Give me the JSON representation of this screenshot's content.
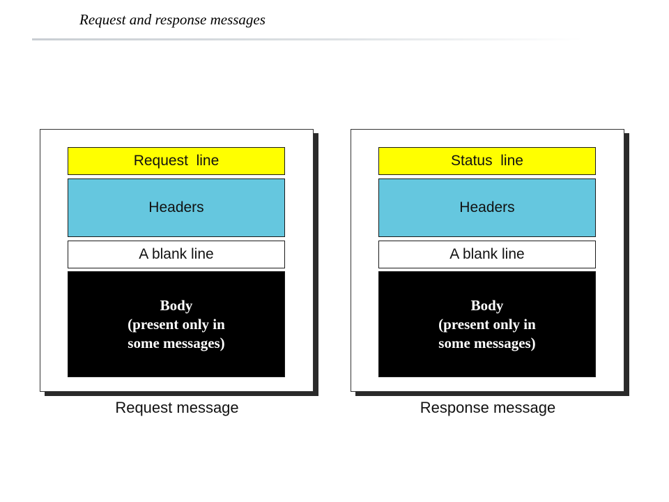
{
  "title": "Request and response messages",
  "request": {
    "start_line": "Request  line",
    "headers": "Headers",
    "blank_line": "A blank line",
    "body": [
      "Body",
      "(present only in",
      "some messages)"
    ],
    "caption": "Request message"
  },
  "response": {
    "start_line": "Status  line",
    "headers": "Headers",
    "blank_line": "A blank line",
    "body": [
      "Body",
      "(present only in",
      "some messages)"
    ],
    "caption": "Response message"
  },
  "colors": {
    "start_line": "#ffff00",
    "headers": "#65c7df",
    "blank_line": "#ffffff",
    "body": "#000000"
  }
}
